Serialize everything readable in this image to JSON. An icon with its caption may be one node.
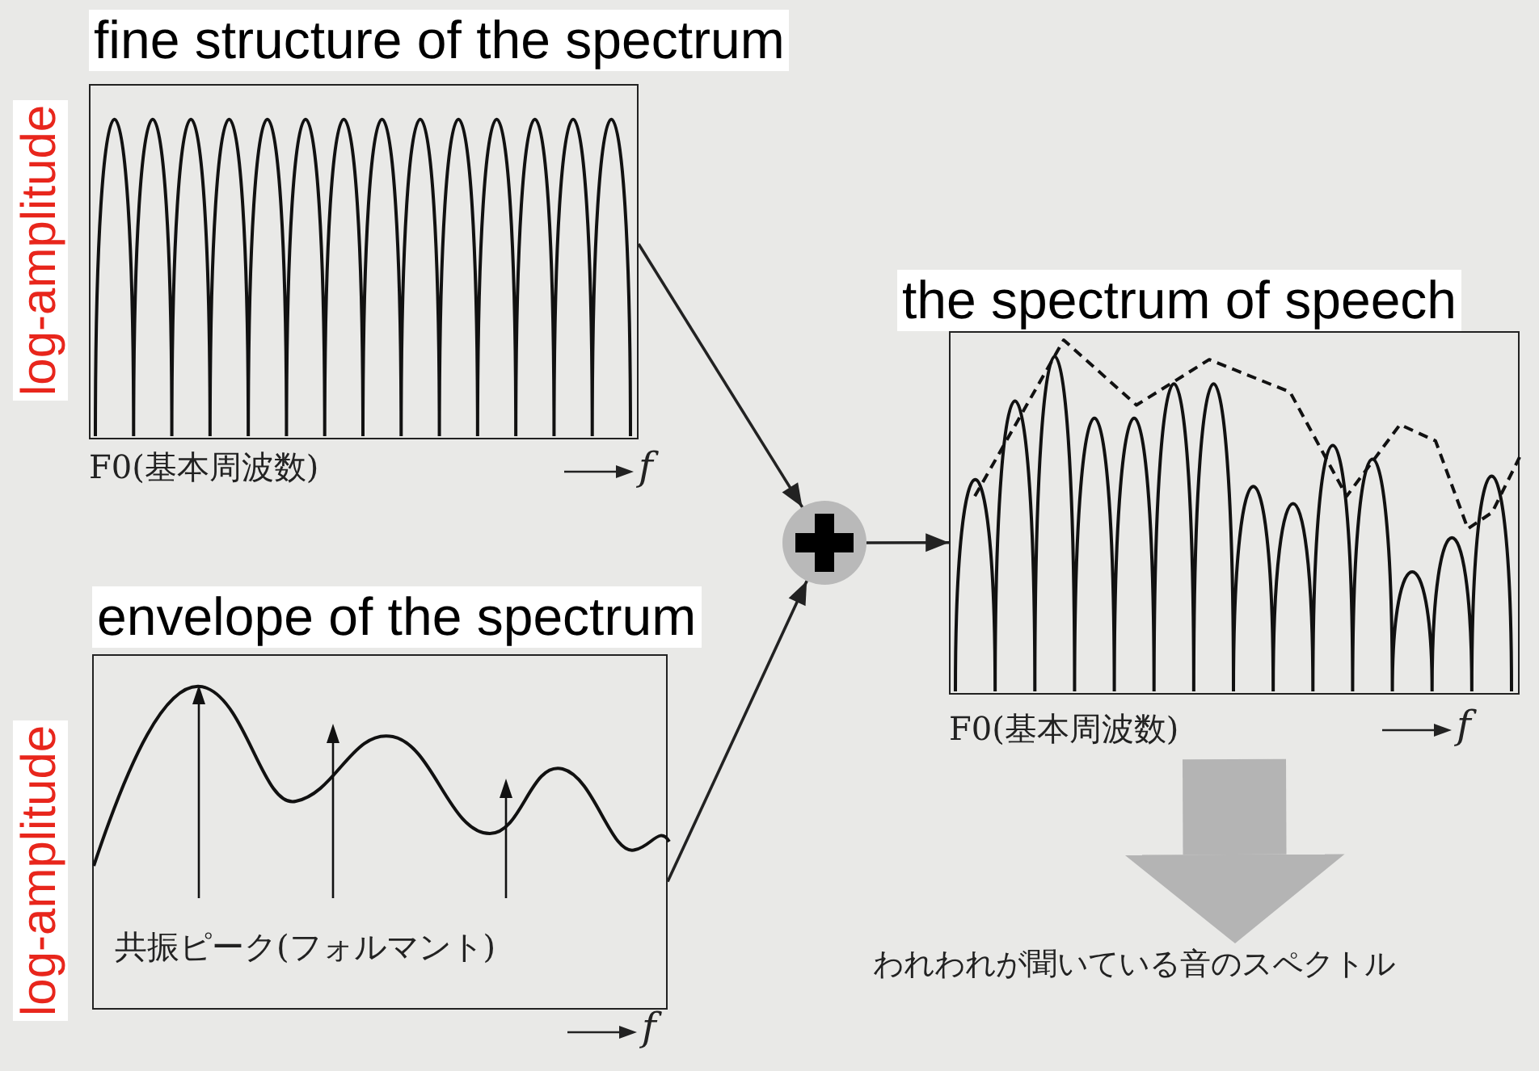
{
  "diagram": {
    "nodes": [
      {
        "text": [
          "fine structure of the spectrum"
        ],
        "beside": [
          "log-amplitude",
          "F0(基本周波数)",
          "f"
        ]
      },
      {
        "text": [
          "envelope of the spectrum",
          "共振ピーク(フォルマント)"
        ],
        "beside": [
          "log-amplitude",
          "f"
        ]
      },
      {
        "text": [],
        "shape": "circle"
      },
      {
        "text": [
          "the spectrum of speech"
        ],
        "beside": [
          "F0(基本周波数)",
          "f"
        ]
      },
      {
        "text": [
          "われわれが聞いている音のスペクトル"
        ]
      }
    ],
    "edges": [
      {
        "from": 0,
        "to": 2,
        "arrow": "to"
      },
      {
        "from": 1,
        "to": 2,
        "arrow": "to"
      },
      {
        "from": 2,
        "to": 3,
        "arrow": "to"
      },
      {
        "from": 3,
        "to": 4,
        "arrow": "to",
        "style": "thick",
        "color": "#b4b4b4"
      }
    ]
  }
}
